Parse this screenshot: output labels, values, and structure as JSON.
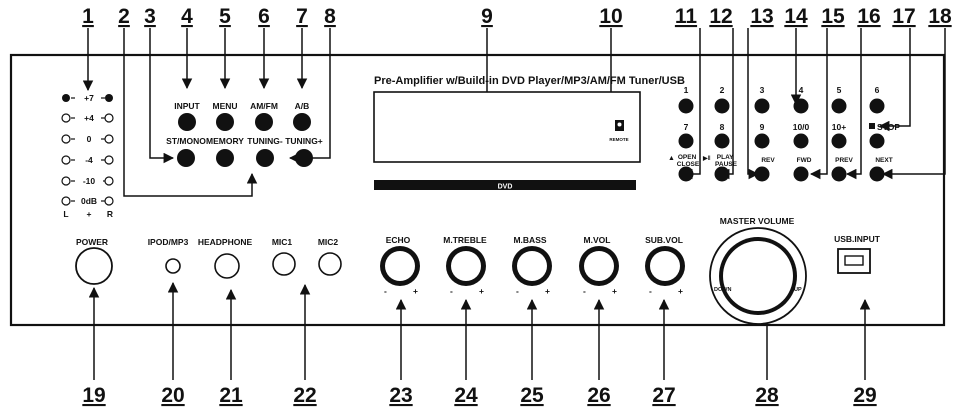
{
  "callouts": [
    "1",
    "2",
    "3",
    "4",
    "5",
    "6",
    "7",
    "8",
    "9",
    "10",
    "11",
    "12",
    "13",
    "14",
    "15",
    "16",
    "17",
    "18",
    "19",
    "20",
    "21",
    "22",
    "23",
    "24",
    "25",
    "26",
    "27",
    "28",
    "29"
  ],
  "panel_title": "Pre-Amplifier w/Build-in DVD Player/MP3/AM/FM Tuner/USB",
  "dvd_slot_label": "DVD",
  "remote_label": "REMOTE",
  "level_meter": {
    "levels": [
      "+7",
      "+4",
      "0",
      "-4",
      "-10",
      "0dB"
    ],
    "channel_left": "L",
    "channel_sep": "+",
    "channel_right": "R"
  },
  "control_buttons": {
    "input": "INPUT",
    "menu": "MENU",
    "am_fm": "AM/FM",
    "a_b": "A/B",
    "st_mono": "ST/MONO",
    "memory": "MEMORY",
    "tuning_minus": "TUNING-",
    "tuning_plus": "TUNING+"
  },
  "numpad": {
    "row1": [
      "1",
      "2",
      "3",
      "4",
      "5",
      "6"
    ],
    "row2": [
      "7",
      "8",
      "9",
      "10/0",
      "10+"
    ],
    "stop": "STOP",
    "transport": [
      "OPEN\nCLOSE",
      "PLAY\nPAUSE",
      "REV",
      "FWD",
      "PREV",
      "NEXT"
    ]
  },
  "front_jacks": {
    "power": "POWER",
    "ipod": "IPOD/MP3",
    "headphone": "HEADPHONE",
    "mic1": "MIC1",
    "mic2": "MIC2",
    "usb": "USB.INPUT"
  },
  "knobs": [
    "ECHO",
    "M.TREBLE",
    "M.BASS",
    "M.VOL",
    "SUB.VOL"
  ],
  "knob_minus": "-",
  "knob_plus": "+",
  "master_volume": {
    "label": "MASTER VOLUME",
    "down": "DOWN",
    "up": "UP"
  }
}
